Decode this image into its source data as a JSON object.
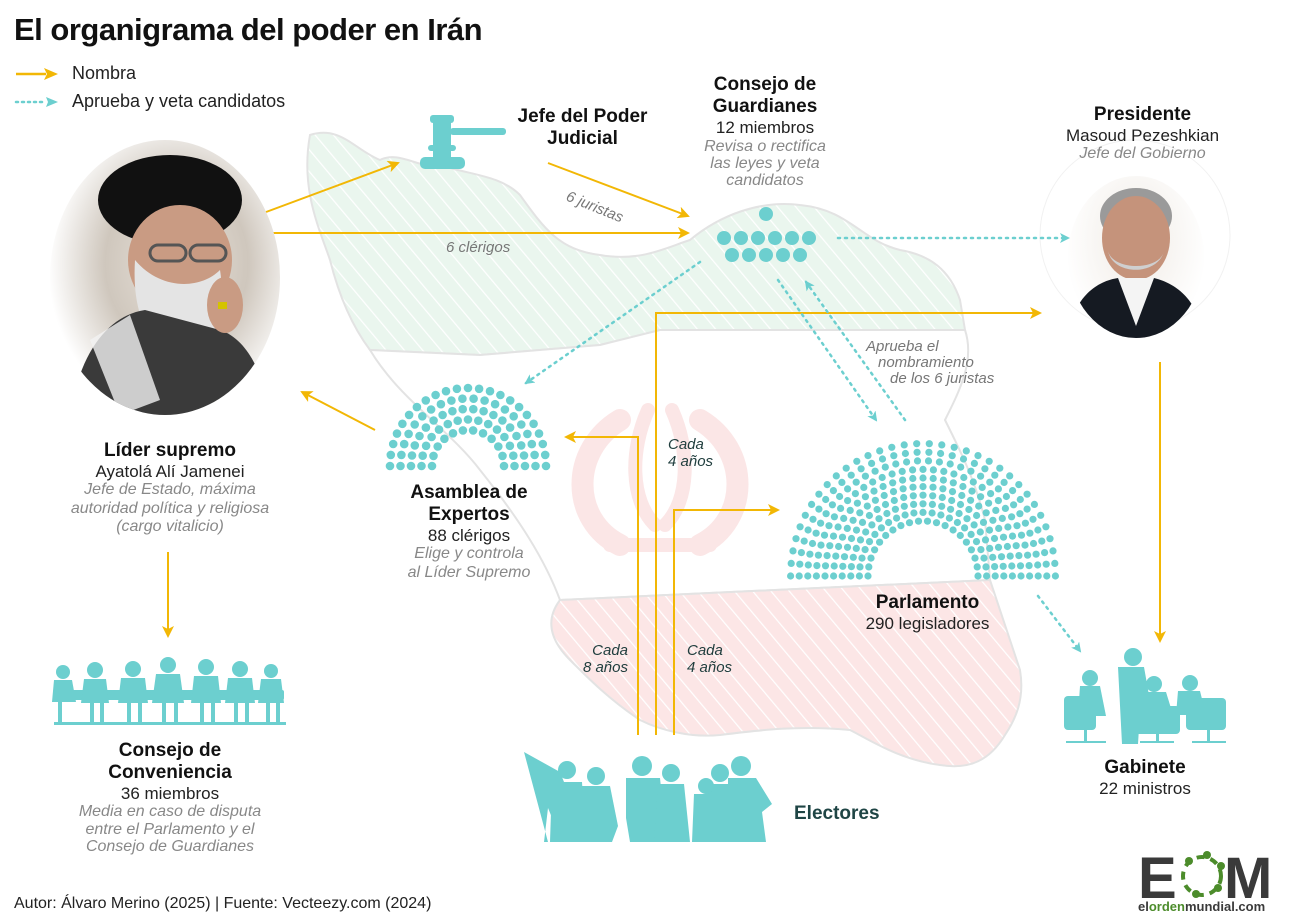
{
  "title": "El organigrama del poder en Irán",
  "legend": {
    "items": [
      {
        "label": "Nombra",
        "style": "solid-arrow",
        "color": "#F2B705"
      },
      {
        "label": "Aprueba y veta candidatos",
        "style": "dotted-arrow",
        "color": "#6CCFCF"
      }
    ]
  },
  "colors": {
    "arrow_appoints": "#F2B705",
    "arrow_approves": "#6CCFCF",
    "icon_teal": "#6CCFCF",
    "map_green": "#E8F5EC",
    "map_red": "#FBE3E3",
    "logo_dark": "#3A3A3A",
    "logo_green": "#4C8C2B"
  },
  "nodes": {
    "leader": {
      "title": "Líder supremo",
      "name": "Ayatolá Alí Jamenei",
      "desc": [
        "Jefe de Estado, máxima",
        "autoridad política y religiosa",
        "(cargo vitalicio)"
      ]
    },
    "judiciary": {
      "title": [
        "Jefe del Poder",
        "Judicial"
      ]
    },
    "guardians": {
      "title": [
        "Consejo de",
        "Guardianes"
      ],
      "count": "12 miembros",
      "desc": [
        "Revisa o rectifica",
        "las leyes y veta",
        "candidatos"
      ]
    },
    "president": {
      "title": "Presidente",
      "name": "Masoud Pezeshkian",
      "desc": "Jefe del Gobierno"
    },
    "assembly": {
      "title": [
        "Asamblea de",
        "Expertos"
      ],
      "count": "88 clérigos",
      "desc": [
        "Elige y controla",
        "al Líder Supremo"
      ]
    },
    "parliament": {
      "title": "Parlamento",
      "count": "290 legisladores"
    },
    "expediency": {
      "title": [
        "Consejo de",
        "Conveniencia"
      ],
      "count": "36 miembros",
      "desc": [
        "Media en caso de disputa",
        "entre el Parlamento y el",
        "Consejo de Guardianes"
      ]
    },
    "cabinet": {
      "title": "Gabinete",
      "count": "22 ministros"
    },
    "voters": {
      "title": "Electores"
    }
  },
  "edge_labels": {
    "juristas": "6 juristas",
    "clerigos": "6 clérigos",
    "approves_jurists": [
      "Aprueba el",
      "nombramiento",
      "de los 6 juristas"
    ],
    "every4_president": [
      "Cada",
      "4 años"
    ],
    "every8_assembly": [
      "Cada",
      "8 años"
    ],
    "every4_parliament": [
      "Cada",
      "4 años"
    ]
  },
  "footer": {
    "credit": "Autor: Álvaro Merino (2025) | Fuente: Vecteezy.com (2024)"
  },
  "logo": {
    "letters": "EOM",
    "site_parts": [
      "el",
      "orden",
      "mundial",
      ".com"
    ]
  }
}
